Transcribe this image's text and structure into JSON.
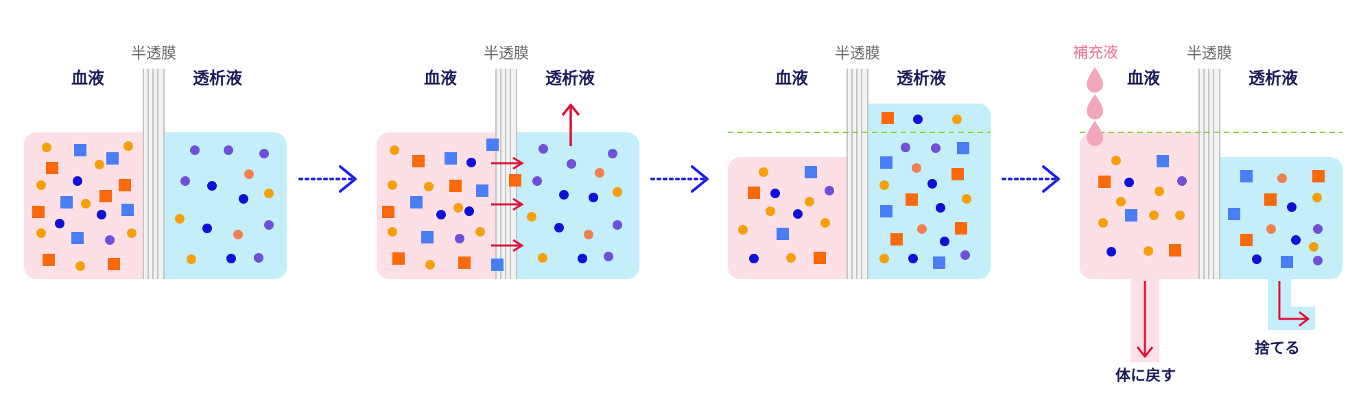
{
  "labels": {
    "membrane": "半透膜",
    "blood": "血液",
    "dialysate": "透析液",
    "replacement": "補充液",
    "return": "体に戻す",
    "discard": "捨てる"
  },
  "colors": {
    "blood_bg": "#fde0e6",
    "dialysate_bg": "#c5eefb",
    "membrane_line": "#b4b4b4",
    "orange_circle": "#f5a00a",
    "orange_square": "#fa6a0a",
    "blue_square": "#4a7ef5",
    "dark_blue_circle": "#1010d8",
    "purple_circle": "#7050d8",
    "salmon_circle": "#f08050",
    "arrow_red": "#e0103a",
    "step_arrow": "#2020e0",
    "level_line": "#8ccf3c",
    "droplet": "#f4a6bc",
    "label_navy": "#1a1a5a",
    "label_gray": "#666666",
    "label_pink": "#f07090"
  }
}
